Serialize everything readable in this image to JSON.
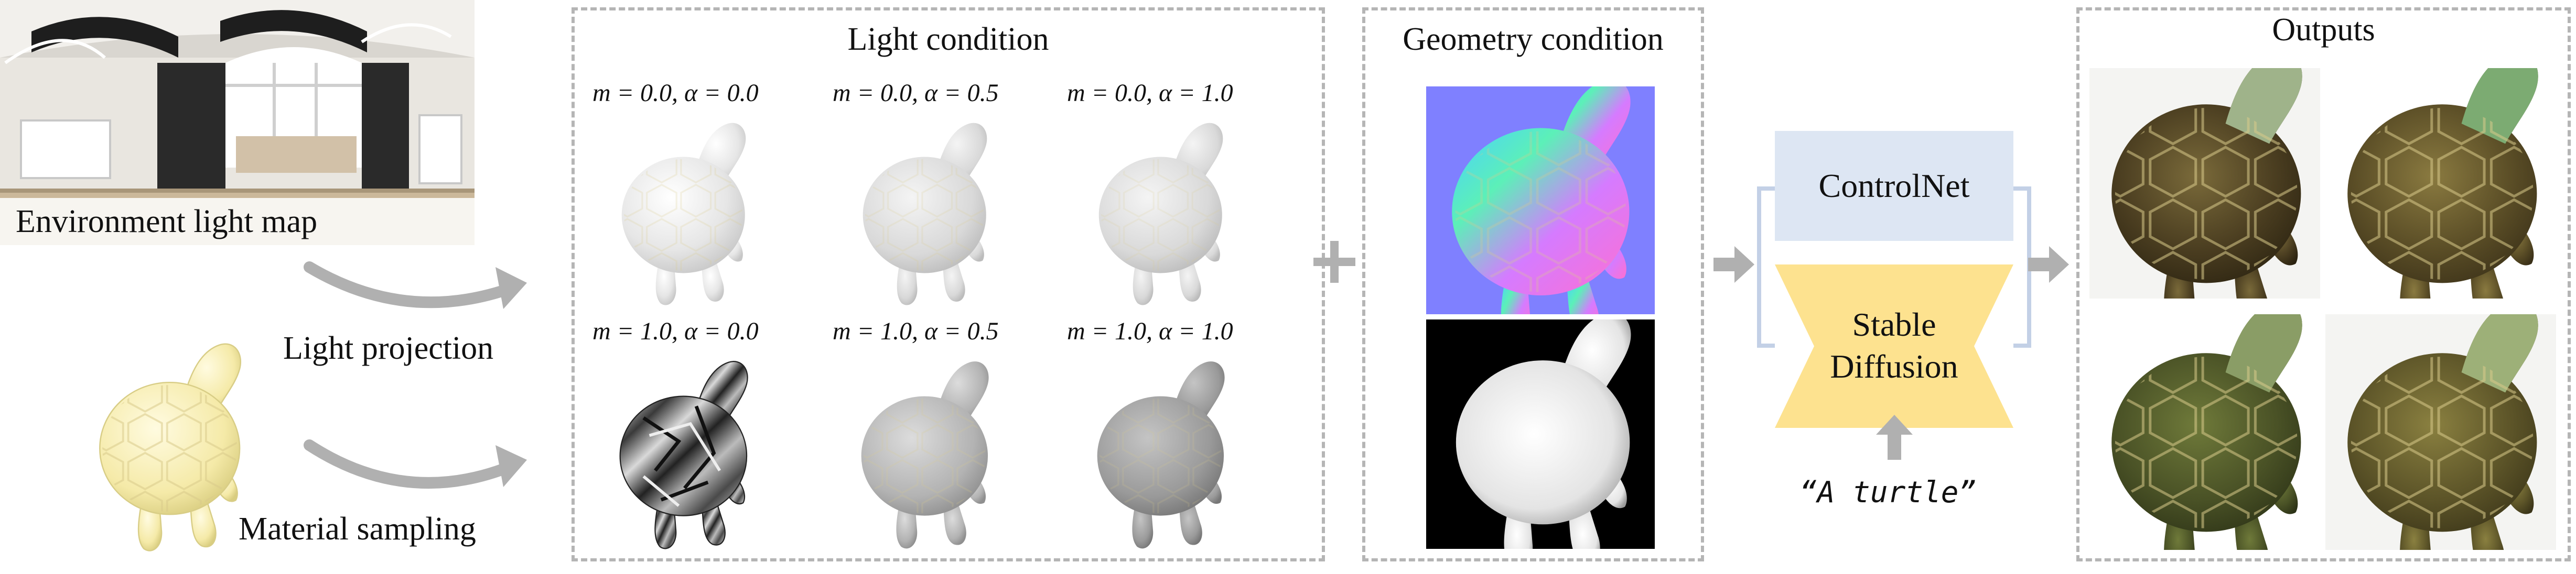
{
  "environment": {
    "caption": "Environment light map"
  },
  "arrows": {
    "light_projection": "Light projection",
    "material_sampling": "Material sampling"
  },
  "light_condition": {
    "title": "Light condition",
    "renders": [
      {
        "label": "m = 0.0,  α = 0.0",
        "metallic": 0.0,
        "roughness": 0.0
      },
      {
        "label": "m = 0.0,  α = 0.5",
        "metallic": 0.0,
        "roughness": 0.5
      },
      {
        "label": "m = 0.0,  α = 1.0",
        "metallic": 0.0,
        "roughness": 1.0
      },
      {
        "label": "m = 1.0,  α = 0.0",
        "metallic": 1.0,
        "roughness": 0.0
      },
      {
        "label": "m = 1.0,  α = 0.5",
        "metallic": 1.0,
        "roughness": 0.5
      },
      {
        "label": "m = 1.0,  α = 1.0",
        "metallic": 1.0,
        "roughness": 1.0
      }
    ]
  },
  "geometry_condition": {
    "title": "Geometry condition"
  },
  "model": {
    "controlnet_label": "ControlNet",
    "sd_line1": "Stable",
    "sd_line2": "Diffusion",
    "prompt": "“A turtle”"
  },
  "outputs": {
    "title": "Outputs"
  },
  "colors": {
    "dashed_border": "#b5b5b5",
    "arrow_gray": "#b0b0b0",
    "controlnet_fill": "#dde6f3",
    "sd_fill": "#fde28f",
    "normal_bg": "#7f80ff",
    "depth_bg": "#000000",
    "mesh_yellow": "#f6f0b4"
  }
}
